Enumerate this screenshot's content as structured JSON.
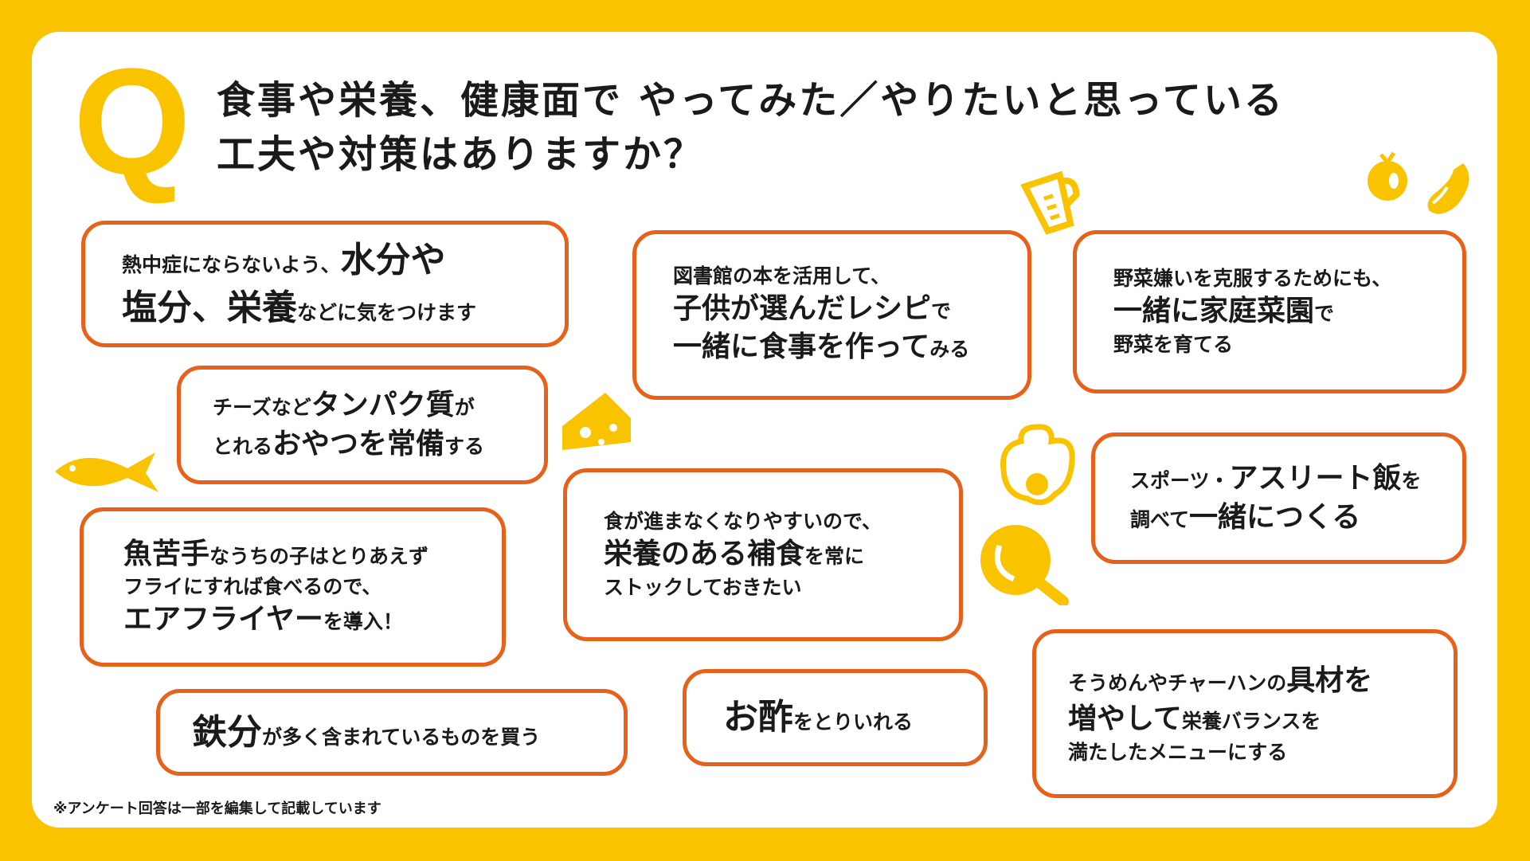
{
  "q_mark": "Q",
  "title": {
    "line1": "食事や栄養、健康面で やってみた／やりたいと思っている",
    "line2": "工夫や対策はありますか？"
  },
  "colors": {
    "background": "#fac300",
    "border": "#e8611a",
    "icon": "#fac300"
  },
  "boxes": [
    {
      "lines": [
        [
          {
            "t": "熱中症にならないよう、",
            "e": 0
          },
          {
            "t": "水分や",
            "e": 2
          }
        ],
        [
          {
            "t": "塩分、栄養",
            "e": 2
          },
          {
            "t": "などに気をつけます",
            "e": 0
          }
        ]
      ]
    },
    {
      "lines": [
        [
          {
            "t": "図書館の本を活用して、",
            "e": 0
          }
        ],
        [
          {
            "t": "子供が選んだレシピ",
            "e": 1
          },
          {
            "t": "で",
            "e": 0
          }
        ],
        [
          {
            "t": "一緒に食事を作って",
            "e": 1
          },
          {
            "t": "みる",
            "e": 0
          }
        ]
      ]
    },
    {
      "lines": [
        [
          {
            "t": "野菜嫌いを克服するためにも、",
            "e": 0
          }
        ],
        [
          {
            "t": "一緒に家庭菜園",
            "e": 1
          },
          {
            "t": "で",
            "e": 0
          }
        ],
        [
          {
            "t": "野菜を育てる",
            "e": 0
          }
        ]
      ]
    },
    {
      "lines": [
        [
          {
            "t": "チーズなど",
            "e": 0
          },
          {
            "t": "タンパク質",
            "e": 1
          },
          {
            "t": "が",
            "e": 0
          }
        ],
        [
          {
            "t": "とれる",
            "e": 0
          },
          {
            "t": "おやつを常備",
            "e": 1
          },
          {
            "t": "する",
            "e": 0
          }
        ]
      ]
    },
    {
      "lines": [
        [
          {
            "t": "スポーツ・",
            "e": 0
          },
          {
            "t": "アスリート飯",
            "e": 1
          },
          {
            "t": "を",
            "e": 0
          }
        ],
        [
          {
            "t": "調べて",
            "e": 0
          },
          {
            "t": "一緒につくる",
            "e": 1
          }
        ]
      ]
    },
    {
      "lines": [
        [
          {
            "t": "食が進まなくなりやすいので、",
            "e": 0
          }
        ],
        [
          {
            "t": "栄養のある補食",
            "e": 1
          },
          {
            "t": "を常に",
            "e": 0
          }
        ],
        [
          {
            "t": "ストックしておきたい",
            "e": 0
          }
        ]
      ]
    },
    {
      "lines": [
        [
          {
            "t": "魚苦手",
            "e": 1
          },
          {
            "t": "なうちの子はとりあえず",
            "e": 0
          }
        ],
        [
          {
            "t": "フライにすれば食べるので、",
            "e": 0
          }
        ],
        [
          {
            "t": "エアフライヤー",
            "e": 1
          },
          {
            "t": "を導入！",
            "e": 0
          }
        ]
      ]
    },
    {
      "lines": [
        [
          {
            "t": "鉄分",
            "e": 2
          },
          {
            "t": "が多く含まれているものを買う",
            "e": 0
          }
        ]
      ]
    },
    {
      "lines": [
        [
          {
            "t": "お酢",
            "e": 2
          },
          {
            "t": "をとりいれる",
            "e": 0
          }
        ]
      ]
    },
    {
      "lines": [
        [
          {
            "t": "そうめんやチャーハンの",
            "e": 0
          },
          {
            "t": "具材を",
            "e": 1
          }
        ],
        [
          {
            "t": "増やして",
            "e": 1
          },
          {
            "t": "栄養バランスを",
            "e": 0
          }
        ],
        [
          {
            "t": "満たしたメニューにする",
            "e": 0
          }
        ]
      ]
    }
  ],
  "footnote": "※アンケート回答は一部を編集して記載しています",
  "icons": [
    "measuring-cup-icon",
    "tomato-icon",
    "eggplant-icon",
    "cheese-icon",
    "fish-icon",
    "fried-egg-icon",
    "frying-pan-icon"
  ]
}
